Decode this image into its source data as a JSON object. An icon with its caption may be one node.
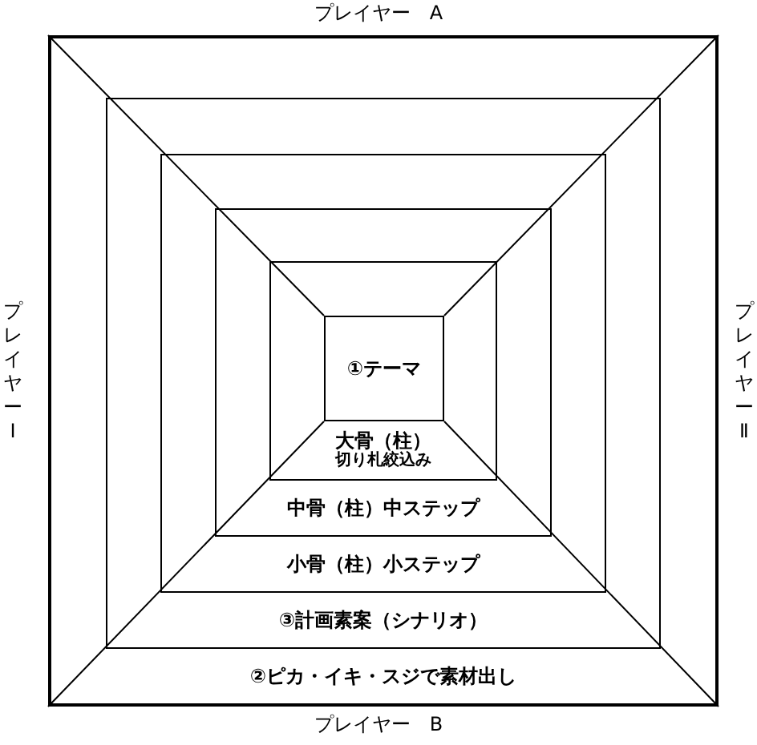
{
  "diagram": {
    "nodes": [
      {
        "text": [
          "②ピカ・イキ・スジで素材出し"
        ]
      },
      {
        "text": [
          "③計画素案（シナリオ）"
        ],
        "in": 0
      },
      {
        "text": [
          "小骨（柱）小ステップ"
        ],
        "in": 1
      },
      {
        "text": [
          "中骨（柱）中ステップ"
        ],
        "in": 2
      },
      {
        "text": [
          "大骨（柱）",
          "切り札絞込み"
        ],
        "in": 3
      },
      {
        "text": [
          "①テーマ"
        ],
        "in": 4
      }
    ],
    "labels": [
      "プレイヤー　A",
      "プレイヤー　Ⅰ",
      "プレイヤー　Ⅱ",
      "プレイヤー　B"
    ]
  }
}
